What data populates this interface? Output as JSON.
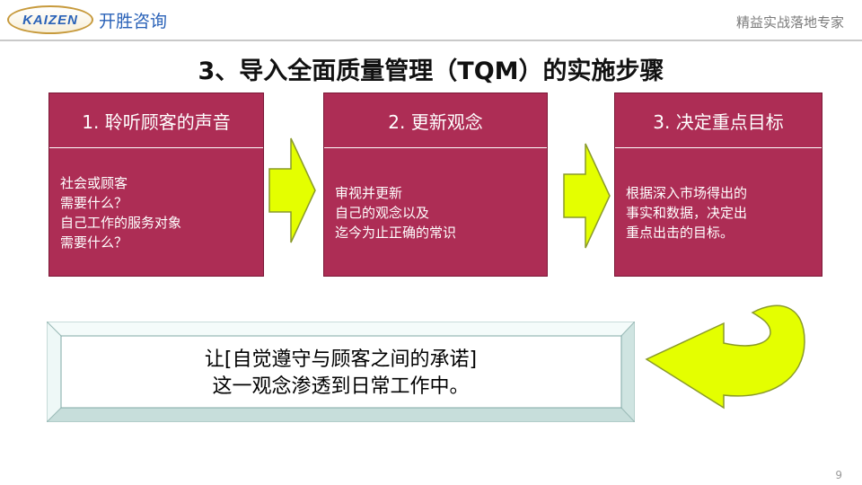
{
  "header": {
    "logo_text": "KAIZEN",
    "logo_cn": "开胜咨询",
    "tagline": "精益实战落地专家"
  },
  "title": "3、导入全面质量管理（TQM）的实施步骤",
  "steps": [
    {
      "title": "1. 聆听顾客的声音",
      "lines": [
        "社会或顾客",
        "需要什么？",
        "自己工作的服务对象",
        "需要什么？"
      ]
    },
    {
      "title": "2. 更新观念",
      "lines": [
        "审视并更新",
        "自己的观念以及",
        "迄今为止正确的常识"
      ]
    },
    {
      "title": "3. 决定重点目标",
      "lines": [
        "根据深入市场得出的",
        "事实和数据，决定出",
        "重点出击的目标。"
      ]
    }
  ],
  "banner": {
    "line1": "让[自觉遵守与顾客之间的承诺]",
    "line2": "这一观念渗透到日常工作中。"
  },
  "page_number": "9",
  "colors": {
    "step_fill": "#ad2d55",
    "arrow_fill": "#e4ff00",
    "banner_fill": "#eaf7f6"
  }
}
